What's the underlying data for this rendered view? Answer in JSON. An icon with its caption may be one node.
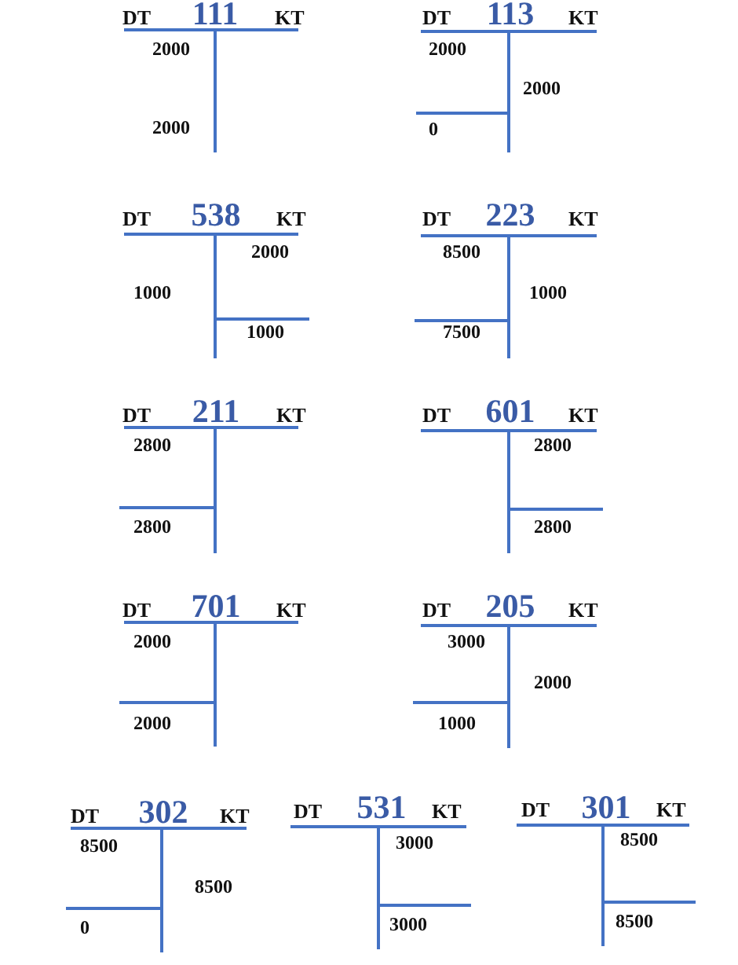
{
  "diagram": {
    "nodes": [
      {
        "text": [
          "DT",
          "111",
          "KT",
          "2000",
          "2000"
        ]
      },
      {
        "text": [
          "DT",
          "113",
          "KT",
          "2000",
          "2000",
          "0"
        ]
      },
      {
        "text": [
          "DT",
          "538",
          "KT",
          "2000",
          "1000",
          "1000"
        ]
      },
      {
        "text": [
          "DT",
          "223",
          "KT",
          "8500",
          "1000",
          "7500"
        ]
      },
      {
        "text": [
          "DT",
          "211",
          "KT",
          "2800",
          "2800"
        ]
      },
      {
        "text": [
          "DT",
          "601",
          "KT",
          "2800",
          "2800"
        ]
      },
      {
        "text": [
          "DT",
          "701",
          "KT",
          "2000",
          "2000"
        ]
      },
      {
        "text": [
          "DT",
          "205",
          "KT",
          "3000",
          "2000",
          "1000"
        ]
      },
      {
        "text": [
          "DT",
          "302",
          "KT",
          "8500",
          "8500",
          "0"
        ]
      },
      {
        "text": [
          "DT",
          "531",
          "KT",
          "3000",
          "3000"
        ]
      },
      {
        "text": [
          "DT",
          "301",
          "KT",
          "8500",
          "8500"
        ]
      }
    ]
  }
}
